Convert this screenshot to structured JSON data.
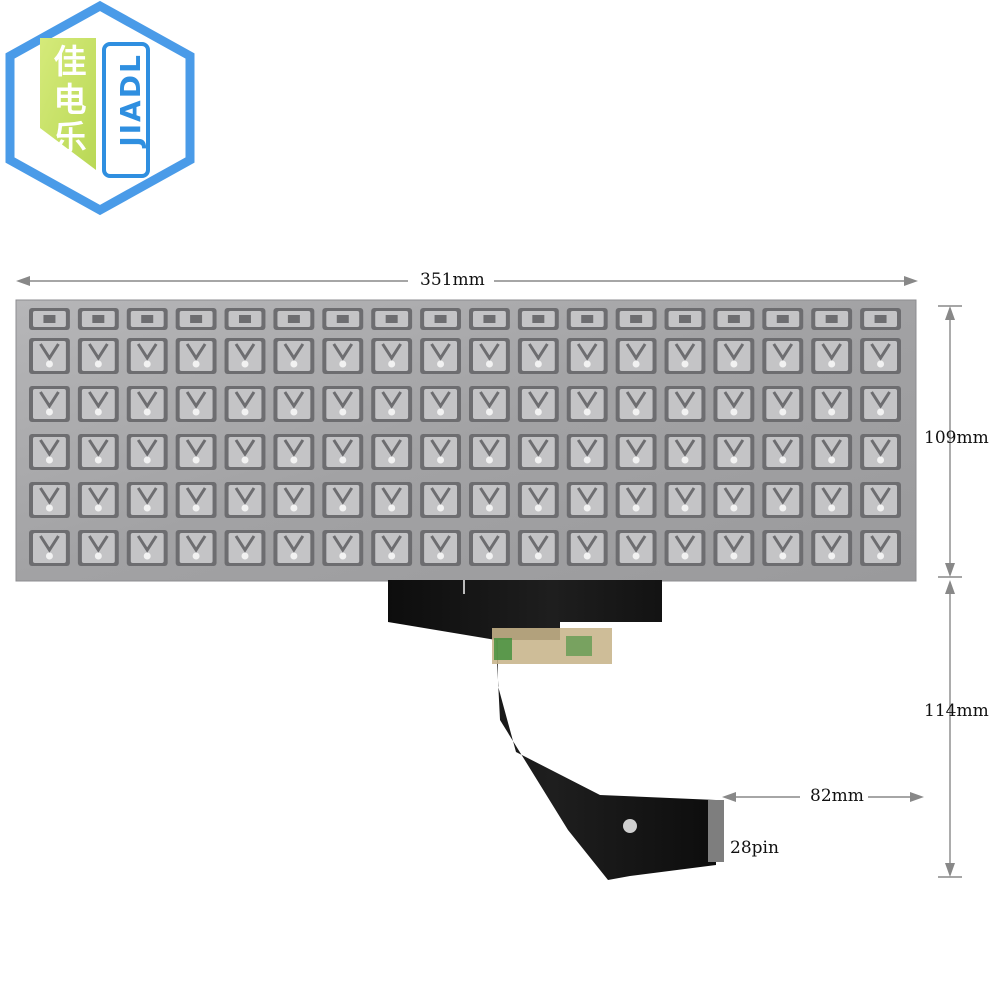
{
  "logo": {
    "chinese": [
      "佳",
      "电",
      "乐"
    ],
    "english": "JIADL",
    "colors": {
      "hex_border": "#4a9be8",
      "green": "#c9e26a",
      "blue": "#2f8fe0"
    }
  },
  "dimensions": {
    "width": "351mm",
    "keyboard_height": "109mm",
    "cable_height": "114mm",
    "cable_tail": "82mm",
    "connector": "28pin"
  },
  "product": {
    "keyboard_rows": 6,
    "keys_per_row": [
      18,
      18,
      18,
      18,
      18,
      18
    ],
    "colors": {
      "plate": "#a4a4a6",
      "plate_dark": "#6d6d70",
      "cable": "#121212",
      "tape": "#c8b58c"
    }
  }
}
